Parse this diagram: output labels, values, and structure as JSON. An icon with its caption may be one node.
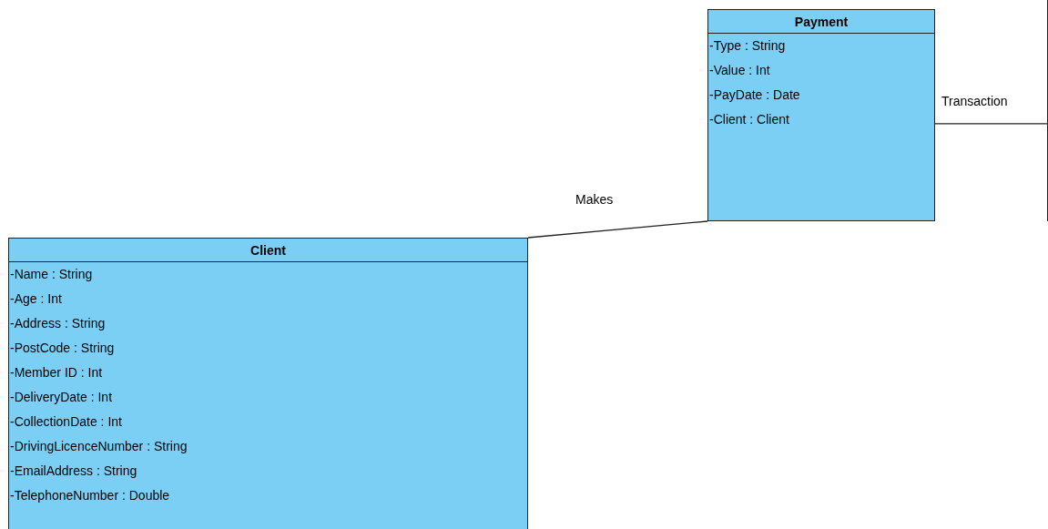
{
  "diagram": {
    "nodes": [
      {
        "text": [
          "Payment",
          "-Type : String",
          "-Value : Int",
          "-PayDate : Date",
          "-Client : Client"
        ]
      },
      {
        "text": [
          "Client",
          "-Name : String",
          "-Age : Int",
          "-Address : String",
          "-PostCode : String",
          "-Member ID : Int",
          "-DeliveryDate : Int",
          "-CollectionDate : Int",
          "-DrivingLicenceNumber : String",
          "-EmailAddress : String",
          "-TelephoneNumber : Double"
        ]
      },
      {
        "text": [],
        "shape": "box"
      }
    ],
    "edges": [
      {
        "from": 1,
        "to": 0,
        "arrow": "none",
        "label": "Makes"
      },
      {
        "from": 0,
        "to": 2,
        "arrow": "none",
        "label": "Transaction"
      }
    ]
  }
}
